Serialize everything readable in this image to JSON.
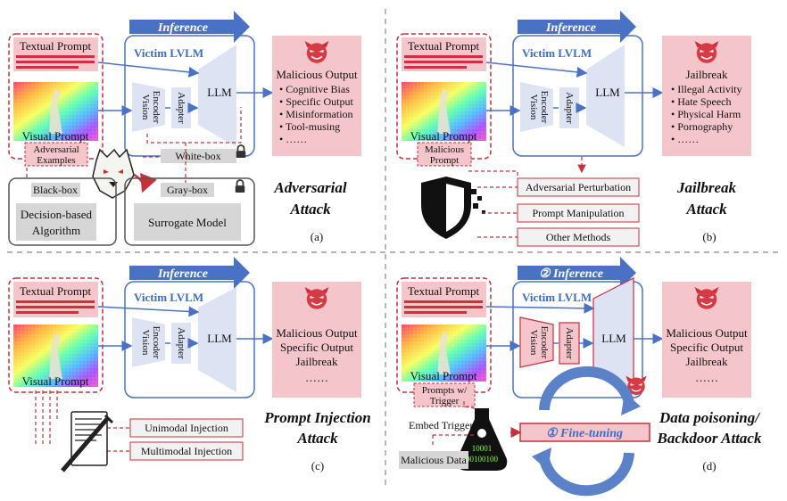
{
  "shared": {
    "inference": "Inference",
    "inference_numbered": "② Inference",
    "victim_lvlm": "Victim LVLM",
    "textual_prompt": "Textual Prompt",
    "visual_prompt": "Visual Prompt",
    "vision_encoder": [
      "Vision",
      "Encoder"
    ],
    "adapter": "Adapter",
    "llm": "LLM"
  },
  "panel_a": {
    "label": "(a)",
    "title": [
      "Adversarial",
      "Attack"
    ],
    "output_title": "Malicious Output",
    "output_items": [
      "Cognitive Bias",
      "Specific Output",
      "Misinformation",
      "Tool-musing",
      "……"
    ],
    "adv_examples": [
      "Adversarial",
      "Examples"
    ],
    "white_box": "White-box",
    "black_box": "Black-box",
    "gray_box": "Gray-box",
    "decision_algo": [
      "Decision-based",
      "Algorithm"
    ],
    "surrogate": "Surrogate Model"
  },
  "panel_b": {
    "label": "(b)",
    "title": [
      "Jailbreak",
      "Attack"
    ],
    "output_title": "Jailbreak",
    "output_items": [
      "Illegal Activity",
      "Hate Speech",
      "Physical Harm",
      "Pornography",
      "……"
    ],
    "malicious_prompt": [
      "Malicious",
      "Prompt"
    ],
    "methods": [
      "Adversarial Perturbation",
      "Prompt Manipulation",
      "Other Methods"
    ]
  },
  "panel_c": {
    "label": "(c)",
    "title": [
      "Prompt Injection",
      "Attack"
    ],
    "output_lines": [
      "Malicious Output",
      "Specific Output",
      "Jailbreak",
      "……"
    ],
    "injections": [
      "Unimodal Injection",
      "Multimodal Injection"
    ]
  },
  "panel_d": {
    "label": "(d)",
    "title": [
      "Data poisoning/",
      "Backdoor Attack"
    ],
    "output_lines": [
      "Malicious Output",
      "Specific Output",
      "Jailbreak",
      "……"
    ],
    "prompts_trigger": [
      "Prompts w/",
      "Trigger"
    ],
    "embed_triggers": "Embed Triggers",
    "malicious_data": "Malicious Data",
    "fine_tuning": "① Fine-tuning",
    "binary": [
      "10001",
      "00100100"
    ]
  },
  "colors": {
    "red": "#c8303a",
    "pink": "#f4c6cb",
    "blue": "#4a72c4",
    "lavender": "#dde3f3",
    "grey": "#d6d6d6"
  }
}
